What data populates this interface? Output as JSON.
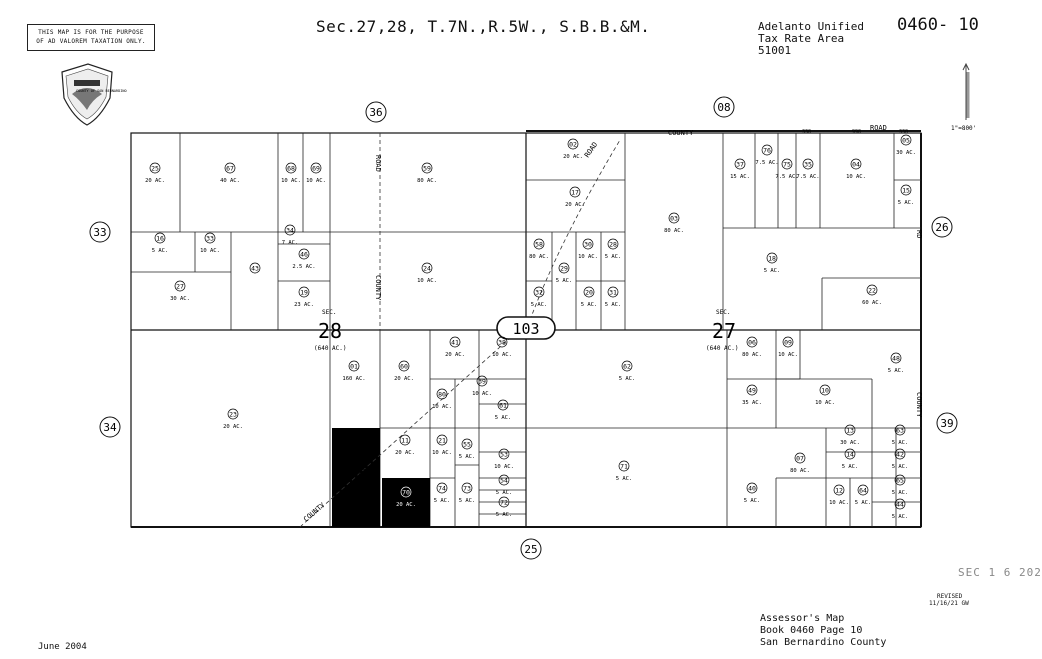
{
  "header": {
    "notice_line1": "THIS MAP IS FOR THE PURPOSE",
    "notice_line2": "OF AD VALOREM TAXATION ONLY.",
    "title": "Sec.27,28, T.7N.,R.5W., S.B.B.&M.",
    "tax_area_line1": "Adelanto Unified",
    "tax_area_line2": "Tax Rate Area",
    "tax_area_line3": "51001",
    "map_number": "0460- 10",
    "seal_text": "COUNTY OF SAN BERNARDINO",
    "scale": "1\"=800'"
  },
  "adjacent_maps": {
    "n1": "36",
    "n2": "08",
    "w1": "33",
    "w2": "34",
    "e1": "26",
    "e2": "39",
    "s1": "25"
  },
  "road_labels": {
    "county": "COUNTY",
    "road": "ROAD",
    "rd": "RD",
    "highway": "103"
  },
  "road_dist": {
    "a": "330",
    "b": "990",
    "c": "330"
  },
  "sections": {
    "s28": {
      "label": "SEC.",
      "number": "28",
      "area": "(640 AC.)"
    },
    "s27": {
      "label": "SEC.",
      "number": "27",
      "area": "(640 AC.)"
    }
  },
  "parcels": [
    {
      "n": "25",
      "a": "20 AC."
    },
    {
      "n": "67",
      "a": "40 AC."
    },
    {
      "n": "68",
      "a": "10 AC."
    },
    {
      "n": "69",
      "a": "10 AC."
    },
    {
      "n": "59",
      "a": "80 AC."
    },
    {
      "n": "02",
      "a": "20 AC."
    },
    {
      "n": "17",
      "a": "20 AC."
    },
    {
      "n": "03",
      "a": "80 AC."
    },
    {
      "n": "37",
      "a": "15 AC."
    },
    {
      "n": "76",
      "a": "7.5 AC."
    },
    {
      "n": "75",
      "a": "7.5 AC."
    },
    {
      "n": "35",
      "a": "7.5 AC."
    },
    {
      "n": "04",
      "a": "10 AC."
    },
    {
      "n": "05",
      "a": "30 AC."
    },
    {
      "n": "15",
      "a": "5 AC."
    },
    {
      "n": "16",
      "a": "5 AC."
    },
    {
      "n": "33",
      "a": "10 AC."
    },
    {
      "n": "34",
      "a": "7 AC."
    },
    {
      "n": "46",
      "a": "2.5 AC."
    },
    {
      "n": "43",
      "a": ""
    },
    {
      "n": "27",
      "a": "30 AC."
    },
    {
      "n": "19",
      "a": "23 AC."
    },
    {
      "n": "24",
      "a": "10 AC."
    },
    {
      "n": "58",
      "a": "80 AC."
    },
    {
      "n": "29",
      "a": "5 AC."
    },
    {
      "n": "30",
      "a": "10 AC."
    },
    {
      "n": "28",
      "a": "5 AC."
    },
    {
      "n": "32",
      "a": "5 AC."
    },
    {
      "n": "20",
      "a": "5 AC."
    },
    {
      "n": "31",
      "a": "5 AC."
    },
    {
      "n": "18",
      "a": "5 AC."
    },
    {
      "n": "22",
      "a": "60 AC."
    },
    {
      "n": "23",
      "a": "20 AC."
    },
    {
      "n": "01",
      "a": "160 AC."
    },
    {
      "n": "60",
      "a": "20 AC."
    },
    {
      "n": "41",
      "a": "20 AC."
    },
    {
      "n": "38",
      "a": "10 AC."
    },
    {
      "n": "39",
      "a": "10 AC."
    },
    {
      "n": "80",
      "a": "10 AC."
    },
    {
      "n": "61",
      "a": "5 AC."
    },
    {
      "n": "62",
      "a": "5 AC."
    },
    {
      "n": "06",
      "a": "80 AC."
    },
    {
      "n": "09",
      "a": "10 AC."
    },
    {
      "n": "48",
      "a": "5 AC."
    },
    {
      "n": "49",
      "a": "35 AC."
    },
    {
      "n": "10",
      "a": "10 AC."
    },
    {
      "n": "11",
      "a": "20 AC."
    },
    {
      "n": "21",
      "a": "10 AC."
    },
    {
      "n": "55",
      "a": "5 AC."
    },
    {
      "n": "53",
      "a": "10 AC."
    },
    {
      "n": "54",
      "a": "5 AC."
    },
    {
      "n": "72",
      "a": "5 AC."
    },
    {
      "n": "74",
      "a": "5 AC."
    },
    {
      "n": "73",
      "a": "5 AC."
    },
    {
      "n": "71",
      "a": "5 AC."
    },
    {
      "n": "07",
      "a": "80 AC."
    },
    {
      "n": "13",
      "a": "30 AC."
    },
    {
      "n": "14",
      "a": "5 AC."
    },
    {
      "n": "63",
      "a": "5 AC."
    },
    {
      "n": "42",
      "a": "5 AC."
    },
    {
      "n": "40",
      "a": "5 AC."
    },
    {
      "n": "12",
      "a": "10 AC."
    },
    {
      "n": "64",
      "a": "5 AC."
    },
    {
      "n": "65",
      "a": "5 AC."
    },
    {
      "n": "44",
      "a": "5 AC."
    },
    {
      "n": "45",
      "a": "5 AC."
    },
    {
      "n": "70",
      "a": "20 AC."
    },
    {
      "n": "",
      "a": "10 AC."
    }
  ],
  "footer": {
    "date": "June 2004",
    "assessor_line1": "Assessor's Map",
    "assessor_line2": "Book 0460 Page 10",
    "assessor_line3": "San Bernardino County",
    "revised_label": "REVISED",
    "revised_date": "11/16/21 GW",
    "stamp": "SEC 1 6 202"
  }
}
